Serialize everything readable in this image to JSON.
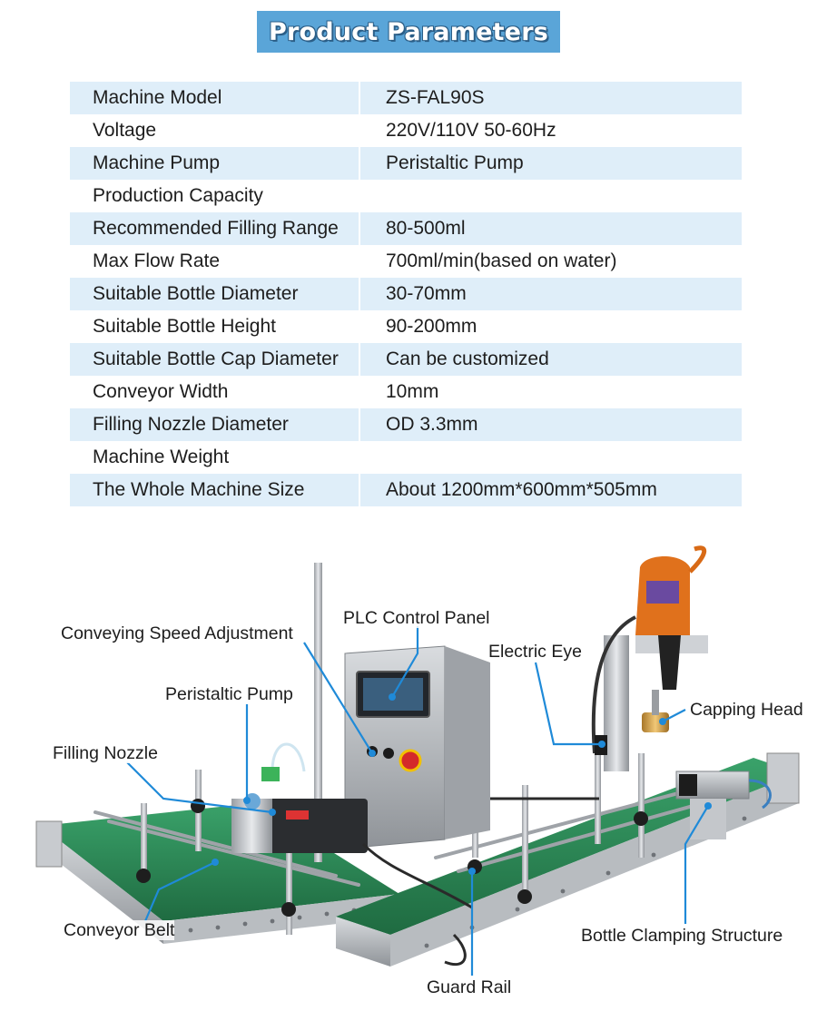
{
  "banner": {
    "title": "Product Parameters"
  },
  "parameters": [
    {
      "name": "Machine Model",
      "value": "ZS-FAL90S"
    },
    {
      "name": "Voltage",
      "value": "220V/110V 50-60Hz"
    },
    {
      "name": "Machine Pump",
      "value": "Peristaltic Pump"
    },
    {
      "name": "Production Capacity",
      "value": ""
    },
    {
      "name": "Recommended Filling Range",
      "value": "80-500ml"
    },
    {
      "name": "Max Flow Rate",
      "value": "700ml/min(based on water)"
    },
    {
      "name": "Suitable Bottle Diameter",
      "value": "30-70mm"
    },
    {
      "name": "Suitable Bottle Height",
      "value": "90-200mm"
    },
    {
      "name": "Suitable Bottle Cap Diameter",
      "value": "Can be customized"
    },
    {
      "name": "Conveyor Width",
      "value": "10mm"
    },
    {
      "name": "Filling Nozzle Diameter",
      "value": "OD 3.3mm"
    },
    {
      "name": "Machine Weight",
      "value": ""
    },
    {
      "name": "The Whole Machine Size",
      "value": "About 1200mm*600mm*505mm"
    }
  ],
  "callouts": {
    "plc_control_panel": "PLC Control Panel",
    "conveying_speed_adjustment": "Conveying Speed Adjustment",
    "electric_eye": "Electric Eye",
    "peristaltic_pump": "Peristaltic Pump",
    "capping_head": "Capping Head",
    "filling_nozzle": "Filling Nozzle",
    "conveyor_belt": "Conveyor Belt",
    "bottle_clamping_structure": "Bottle Clamping Structure",
    "guard_rail": "Guard Rail"
  },
  "colors": {
    "banner": "#5aa5d8",
    "row_shade": "#dfeef9",
    "callout_line": "#1f8ad8",
    "conveyor_belt": "#2f8f5a"
  }
}
